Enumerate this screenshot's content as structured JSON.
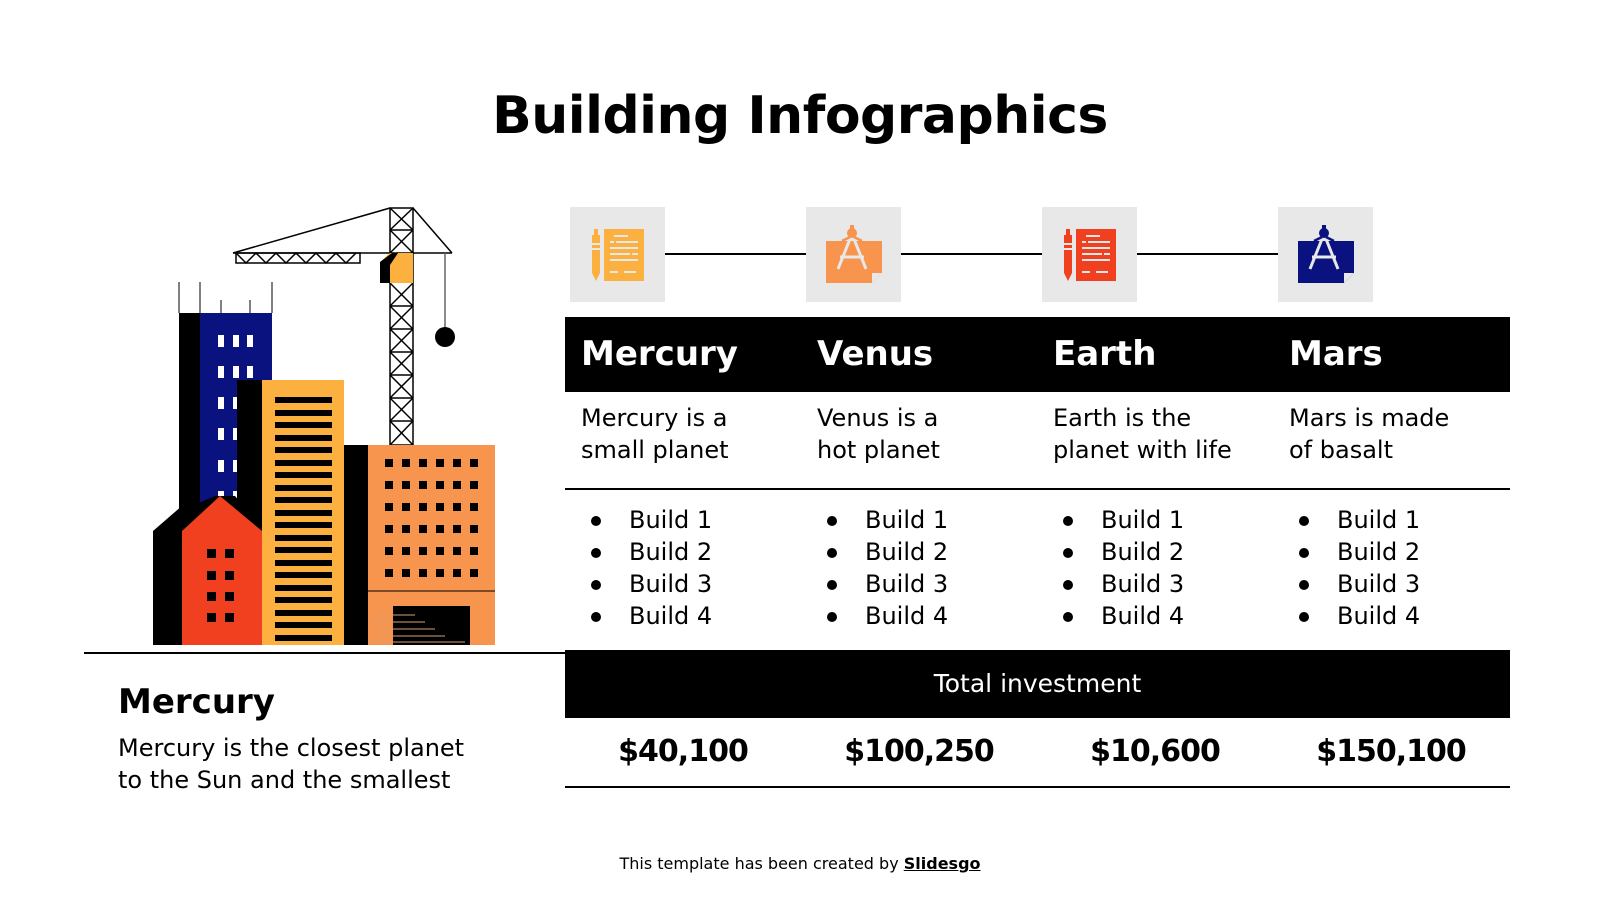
{
  "title": "Building Infographics",
  "colors": {
    "yellow": "#FBB040",
    "orange": "#F7944D",
    "red": "#F0401F",
    "navy": "#0A1280",
    "tile": "#E8E8E8",
    "black": "#000000"
  },
  "icons": [
    {
      "name": "contract-document-icon",
      "color": "#FBB040"
    },
    {
      "name": "blueprint-compass-icon",
      "color": "#F7944D"
    },
    {
      "name": "contract-document-icon",
      "color": "#F0401F"
    },
    {
      "name": "blueprint-compass-icon",
      "color": "#0A1280"
    }
  ],
  "table": {
    "columns": [
      {
        "header": "Mercury",
        "desc_line1": "Mercury is a",
        "desc_line2": "small planet",
        "builds": [
          "Build 1",
          "Build 2",
          "Build 3",
          "Build 4"
        ],
        "investment": "$40,100"
      },
      {
        "header": "Venus",
        "desc_line1": "Venus is a",
        "desc_line2": "hot planet",
        "builds": [
          "Build 1",
          "Build 2",
          "Build 3",
          "Build 4"
        ],
        "investment": "$100,250"
      },
      {
        "header": "Earth",
        "desc_line1": "Earth is the",
        "desc_line2": "planet with life",
        "builds": [
          "Build 1",
          "Build 2",
          "Build 3",
          "Build 4"
        ],
        "investment": "$10,600"
      },
      {
        "header": "Mars",
        "desc_line1": "Mars is made",
        "desc_line2": "of basalt",
        "builds": [
          "Build 1",
          "Build 2",
          "Build 3",
          "Build 4"
        ],
        "investment": "$150,100"
      }
    ],
    "total_label": "Total investment"
  },
  "side": {
    "title": "Mercury",
    "desc_line1": "Mercury is the closest planet",
    "desc_line2": "to the Sun and the smallest"
  },
  "footer": {
    "prefix": "This template has been created by ",
    "brand": "Slidesgo"
  }
}
